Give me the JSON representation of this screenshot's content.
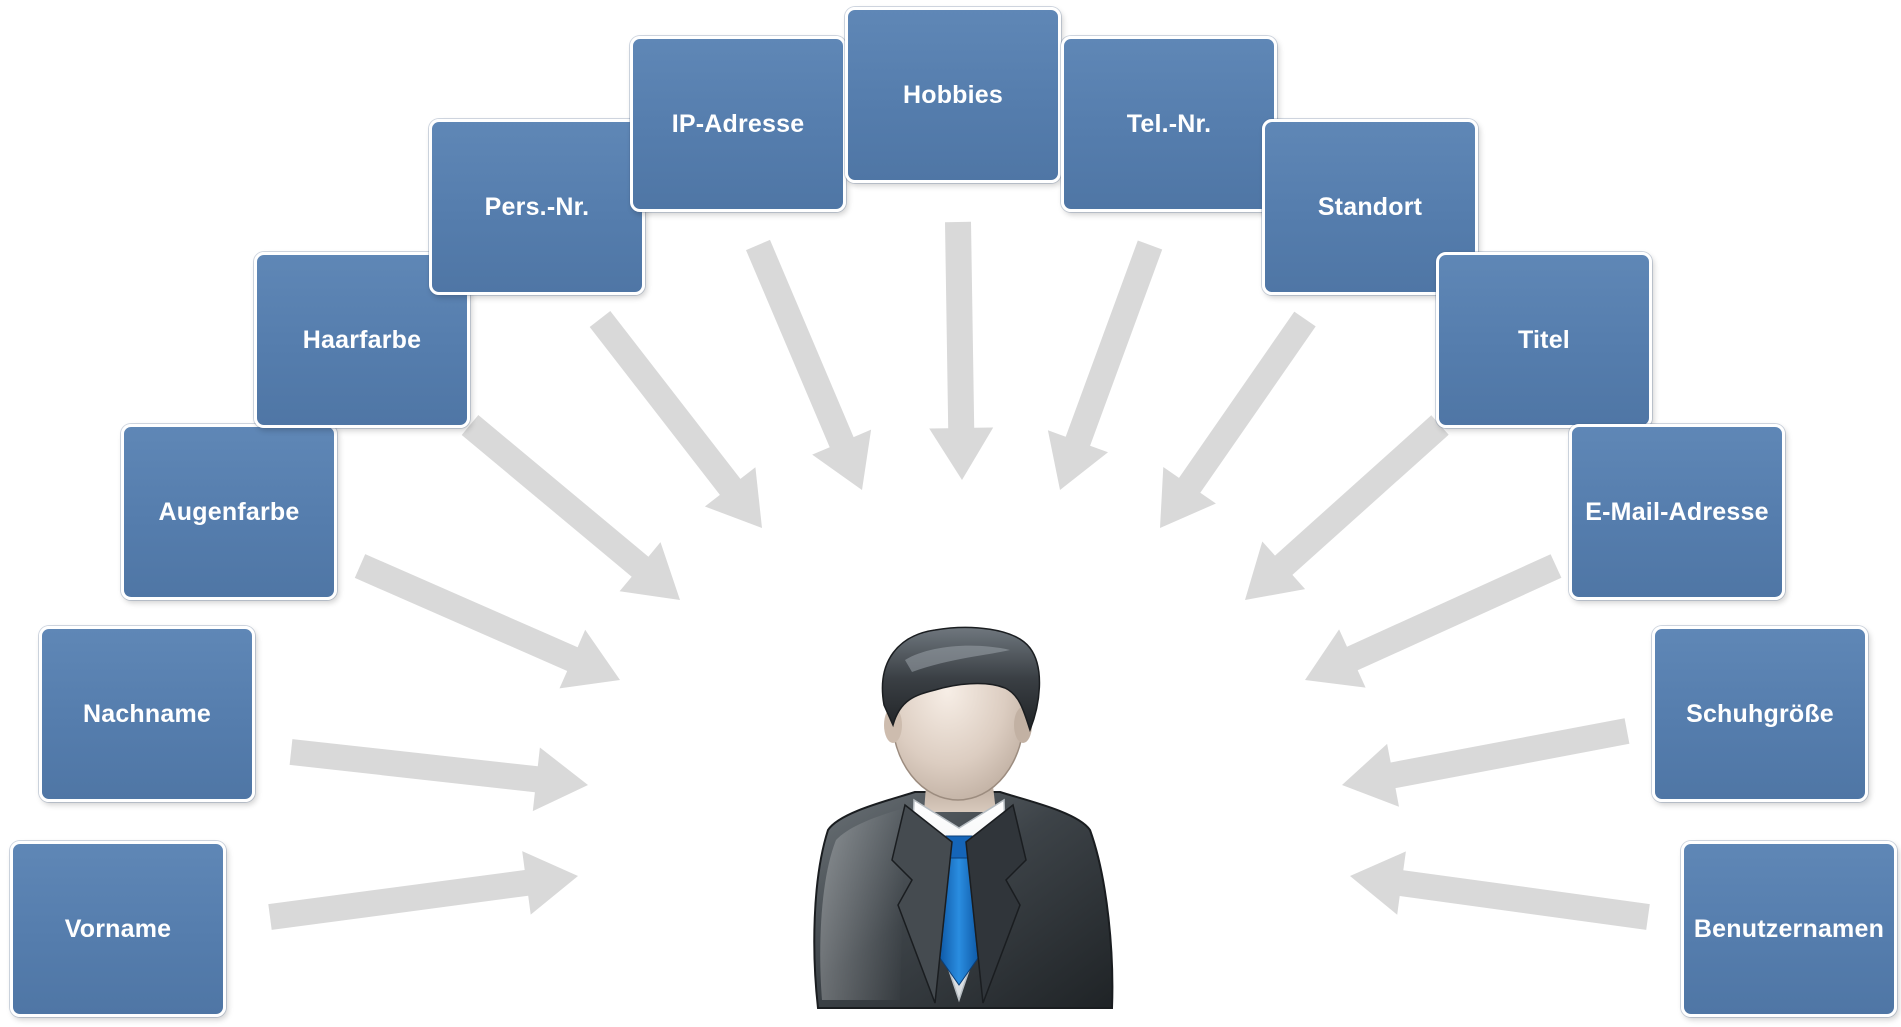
{
  "diagram": {
    "colors": {
      "box_fill": "#557dad",
      "box_border": "#ffffff",
      "box_text": "#ffffff",
      "arrow_fill": "#d9d9d9",
      "background": "#ffffff"
    },
    "center_icon": "businessman-avatar-icon",
    "attributes": [
      {
        "label": "Vorname"
      },
      {
        "label": "Nachname"
      },
      {
        "label": "Augenfarbe"
      },
      {
        "label": "Haarfarbe"
      },
      {
        "label": "Pers.-Nr."
      },
      {
        "label": "IP-Adresse"
      },
      {
        "label": "Hobbies"
      },
      {
        "label": "Tel.-Nr."
      },
      {
        "label": "Standort"
      },
      {
        "label": "Titel"
      },
      {
        "label": "E-Mail-Adresse"
      },
      {
        "label": "Schuhgröße"
      },
      {
        "label": "Benutzernamen"
      }
    ]
  }
}
